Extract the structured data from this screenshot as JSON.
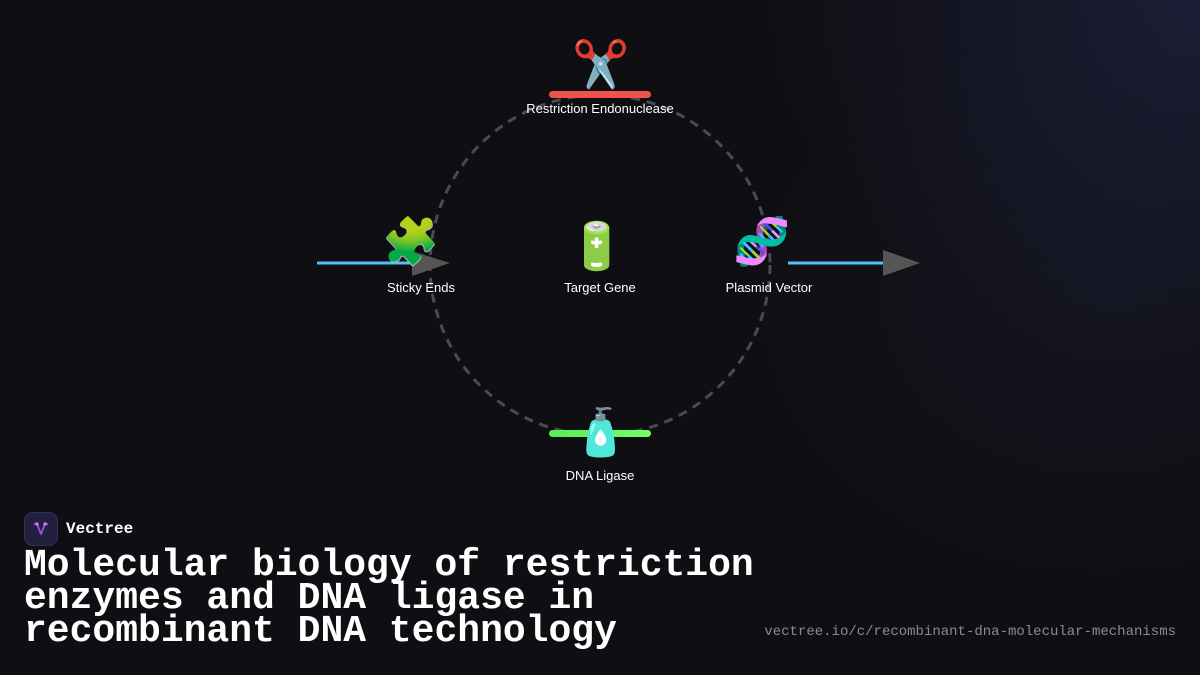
{
  "brand": {
    "name": "Vectree",
    "logo_icon": "vectree-logo-icon"
  },
  "title": "Molecular biology of restriction enzymes and DNA ligase in recombinant DNA technology",
  "url": "vectree.io/c/recombinant-dna-molecular-mechanisms",
  "colors": {
    "background": "#0f0f13",
    "cycle_ring": "#4a4a52",
    "restriction_bar": "#ef5350",
    "ligase_bar": "#66ee55",
    "flow_line": "#4fc3f7",
    "arrow": "#555555",
    "logo_accent": "#a64de0"
  },
  "diagram": {
    "nodes": {
      "restriction": {
        "label": "Restriction Endonuclease",
        "icon": "scissors-icon",
        "glyph": "✂️"
      },
      "sticky": {
        "label": "Sticky Ends",
        "icon": "puzzle-piece-icon",
        "glyph": "🧩"
      },
      "target": {
        "label": "Target Gene",
        "icon": "battery-icon",
        "glyph": "🔋"
      },
      "plasmid": {
        "label": "Plasmid Vector",
        "icon": "dna-icon",
        "glyph": "🧬"
      },
      "ligase": {
        "label": "DNA Ligase",
        "icon": "lotion-bottle-icon",
        "glyph": "🧴"
      }
    }
  }
}
